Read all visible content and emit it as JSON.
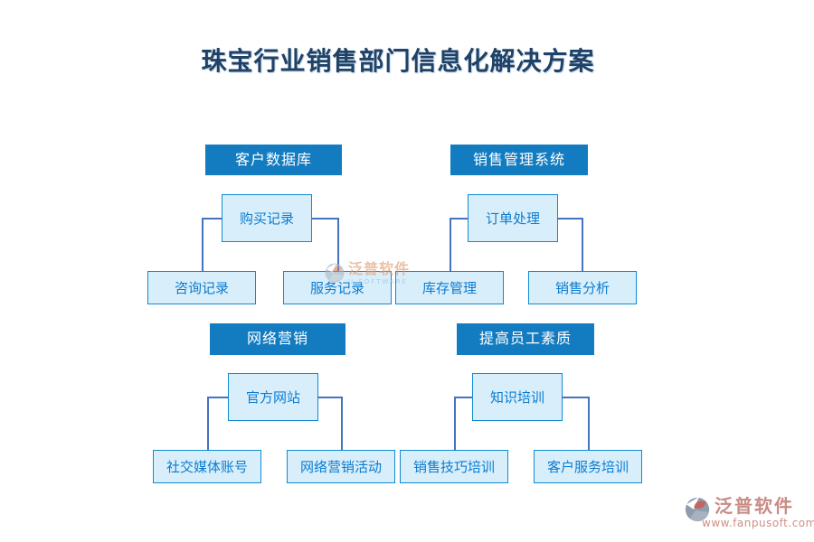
{
  "title": {
    "text": "珠宝行业销售部门信息化解决方案"
  },
  "groups": [
    {
      "header": "客户数据库",
      "parent": "购买记录",
      "children": [
        "咨询记录",
        "服务记录"
      ]
    },
    {
      "header": "销售管理系统",
      "parent": "订单处理",
      "children": [
        "库存管理",
        "销售分析"
      ]
    },
    {
      "header": "网络营销",
      "parent": "官方网站",
      "children": [
        "社交媒体账号",
        "网络营销活动"
      ]
    },
    {
      "header": "提高员工素质",
      "parent": "知识培训",
      "children": [
        "销售技巧培训",
        "客户服务培训"
      ]
    }
  ],
  "watermark": {
    "brand": "泛普软件",
    "subtext": "U SOFTWARE"
  },
  "footer_logo": {
    "brand": "泛普软件",
    "url": "www.fanpusoft.com"
  },
  "colors": {
    "header_bg": "#137CC1",
    "node_fill": "#D9EEFB",
    "node_border": "#0F8BD1",
    "node_text": "#0A7CD0",
    "connector": "#4472C4",
    "title_text": "#1F4266",
    "brand_red": "#C5635C",
    "brand_gray": "#8D9DAD",
    "brand_text": "#C98B85"
  }
}
